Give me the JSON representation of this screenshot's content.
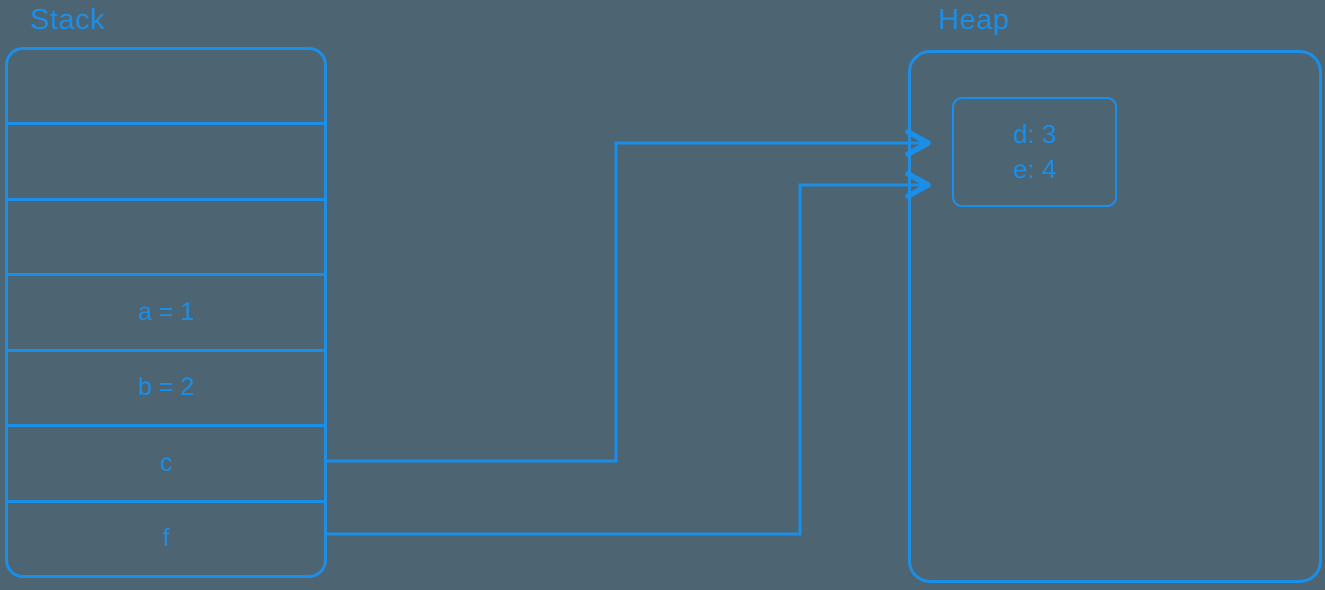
{
  "colors": {
    "background": "#4d6473",
    "accent": "#1b8ee8"
  },
  "stack": {
    "title": "Stack",
    "rows": [
      {
        "label": ""
      },
      {
        "label": ""
      },
      {
        "label": ""
      },
      {
        "label": "a = 1"
      },
      {
        "label": "b = 2"
      },
      {
        "label": "c"
      },
      {
        "label": "f"
      }
    ]
  },
  "heap": {
    "title": "Heap",
    "object": {
      "lines": [
        "d: 3",
        "e: 4"
      ]
    }
  },
  "arrows": [
    {
      "from": "stack-row-c",
      "to": "heap-object-line-d"
    },
    {
      "from": "stack-row-f",
      "to": "heap-object-line-e"
    }
  ]
}
